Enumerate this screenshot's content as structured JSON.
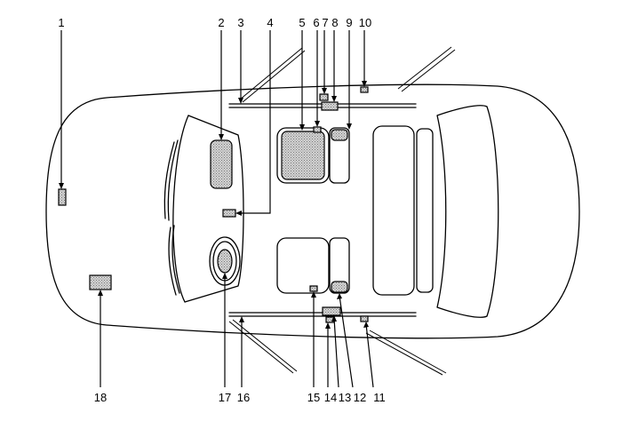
{
  "diagram": {
    "callouts": [
      "1",
      "2",
      "3",
      "4",
      "5",
      "6",
      "7",
      "8",
      "9",
      "10",
      "11",
      "12",
      "13",
      "14",
      "15",
      "16",
      "17",
      "18"
    ]
  },
  "colors": {
    "line": "#000000",
    "component_fill": "#c8c8c8",
    "background": "#ffffff"
  }
}
